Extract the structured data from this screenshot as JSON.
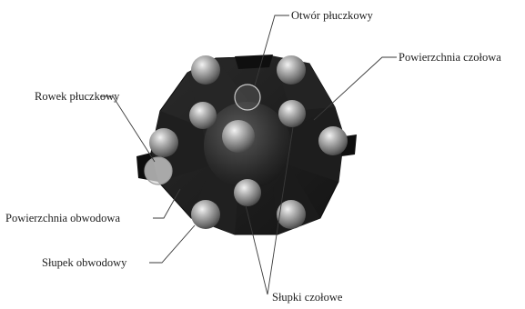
{
  "diagram": {
    "labels": {
      "flushing_hole": "Otwór płuczkowy",
      "face_surface": "Powierzchnia czołowa",
      "flushing_groove": "Rowek płuczkowy",
      "gauge_surface": "Powierzchnia obwodowa",
      "gauge_button": "Słupek obwodowy",
      "face_buttons": "Słupki czołowe"
    }
  }
}
